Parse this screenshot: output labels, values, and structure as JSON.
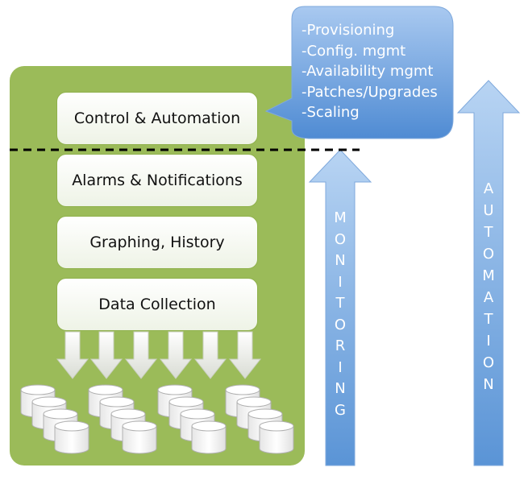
{
  "layers": {
    "control": "Control & Automation",
    "alarms": "Alarms & Notifications",
    "graphing": "Graphing, History",
    "data_collection": "Data Collection"
  },
  "callout": {
    "items": [
      "-Provisioning",
      "-Config. mgmt",
      "-Availability mgmt",
      "-Patches/Upgrades",
      "-Scaling"
    ]
  },
  "arrows": {
    "monitoring": "MONITORING",
    "automation": "AUTOMATION"
  },
  "colors": {
    "panel_green": "#9bbb59",
    "arrow_blue_light": "#b8d4f3",
    "arrow_blue_dark": "#5a94d6",
    "box_fill": "#ffffff"
  },
  "icons": {
    "down_arrow": "down-arrow-icon",
    "database": "database-cylinder-icon"
  }
}
